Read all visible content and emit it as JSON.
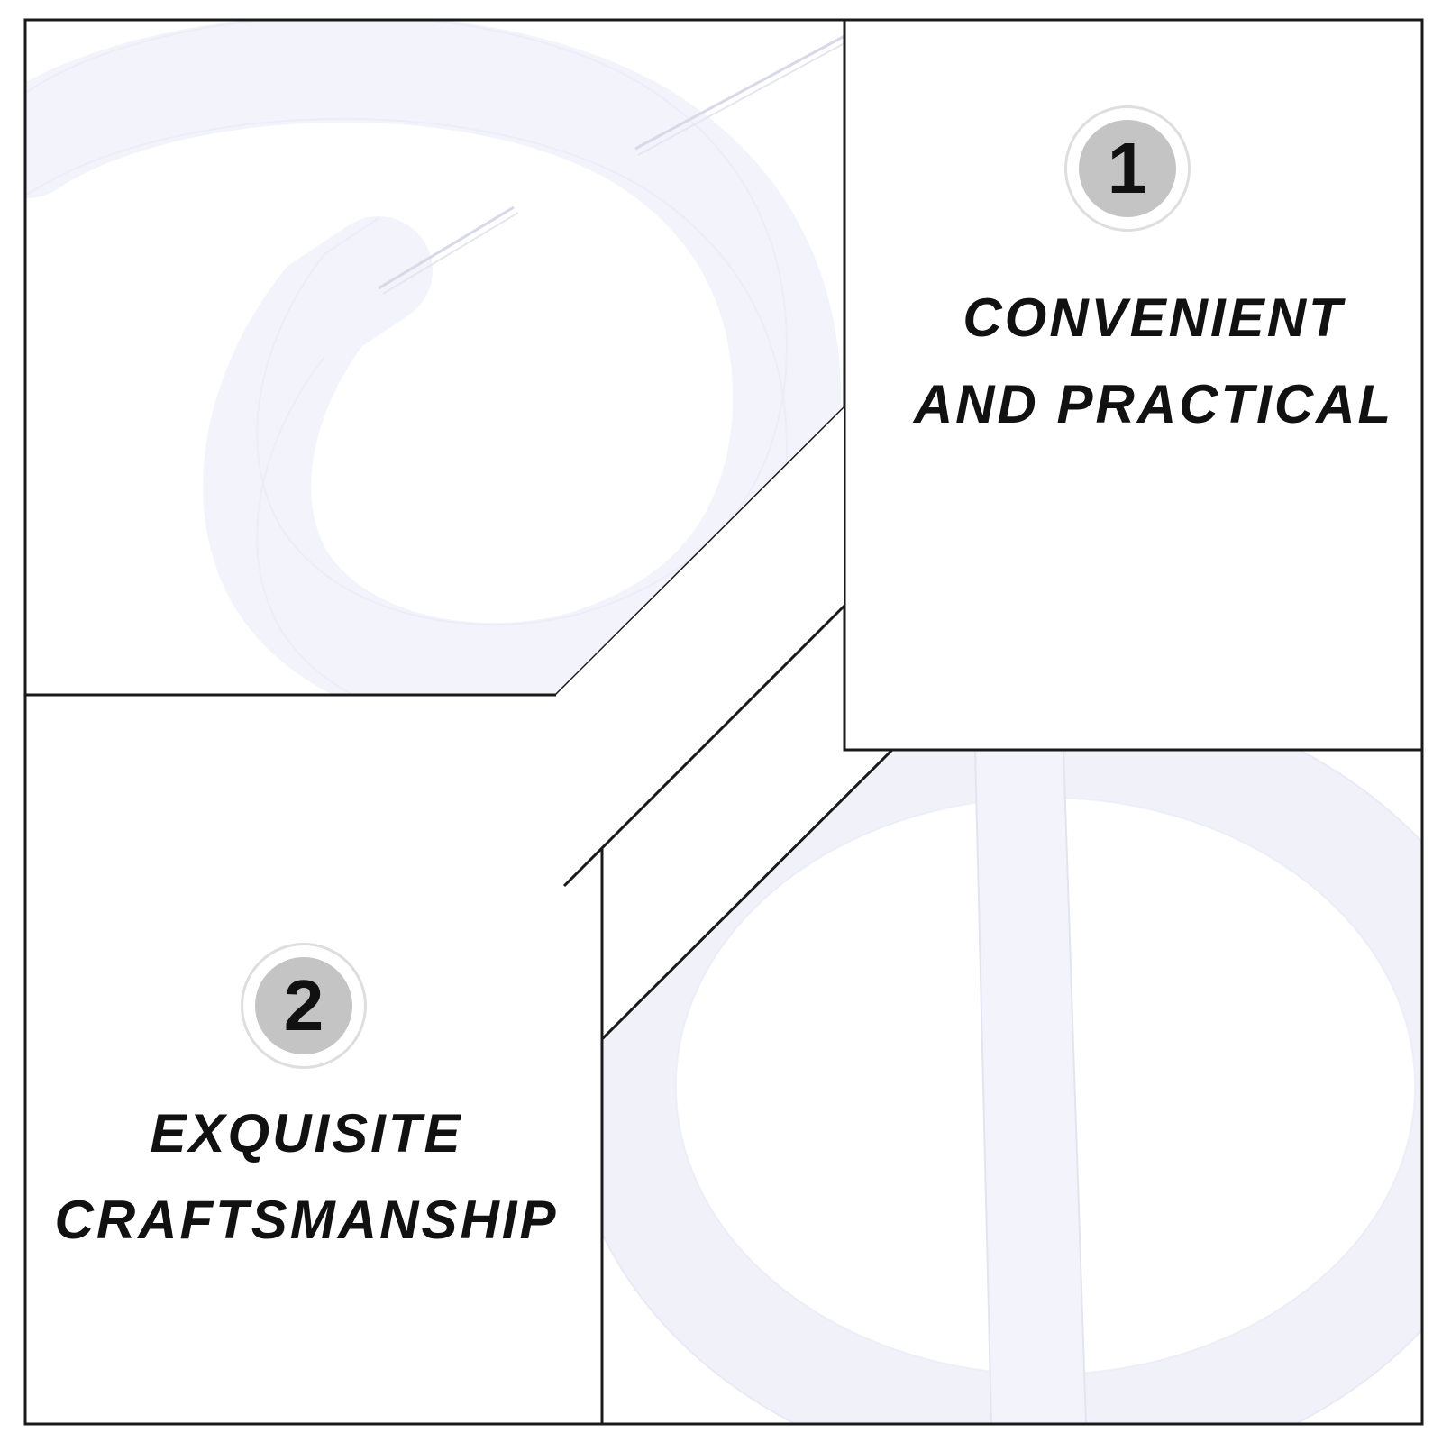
{
  "features": [
    {
      "number": "1",
      "line1": "CONVENIENT",
      "line2": "AND PRACTICAL"
    },
    {
      "number": "2",
      "line1": "EXQUISITE",
      "line2": "CRAFTSMANSHIP"
    }
  ],
  "colors": {
    "ring": "#f2f2fb",
    "frame": "#1a1a1a",
    "badge_fill": "#c4c4c4",
    "text": "#111111"
  }
}
